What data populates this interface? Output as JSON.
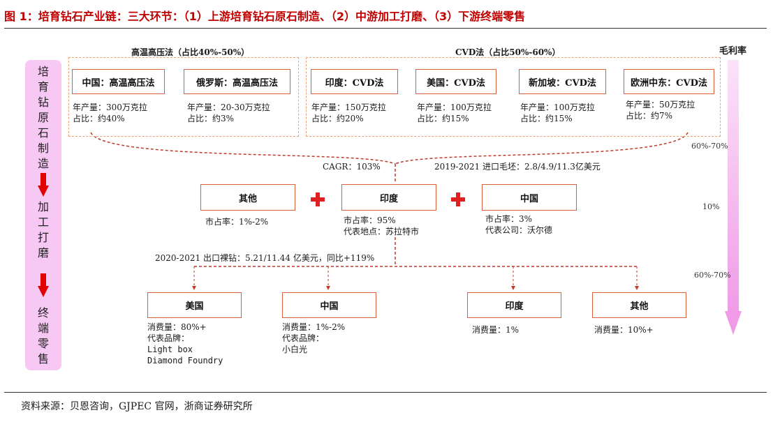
{
  "title": "图 1：培育钻石产业链：三大环节：（1）上游培育钻石原石制造、（2）中游加工打磨、（3）下游终端零售",
  "source": "资料来源：贝恩咨询，GJPEC 官网，浙商证券研究所",
  "left_column": {
    "stage1": [
      "培",
      "育",
      "钻",
      "原",
      "石",
      "制",
      "造"
    ],
    "stage2": [
      "加",
      "工",
      "打",
      "磨"
    ],
    "stage3": [
      "终",
      "端",
      "零",
      "售"
    ]
  },
  "margin": {
    "label": "毛利率",
    "upstream": "60%-70%",
    "midstream": "10%",
    "downstream": "60%-70%"
  },
  "hpht": {
    "group_label": "高温高压法（占比40%-50%）",
    "items": [
      {
        "name": "中国：高温高压法",
        "output": "年产量：300万克拉",
        "share": "占比：约40%"
      },
      {
        "name": "俄罗斯：高温高压法",
        "output": "年产量：20-30万克拉",
        "share": "占比：约3%"
      }
    ]
  },
  "cvd": {
    "group_label": "CVD法（占比50%-60%）",
    "items": [
      {
        "name": "印度：CVD法",
        "output": "年产量：150万克拉",
        "share": "占比：约20%"
      },
      {
        "name": "美国：CVD法",
        "output": "年产量：100万克拉",
        "share": "占比：约15%"
      },
      {
        "name": "新加坡：CVD法",
        "output": "年产量：100万克拉",
        "share": "占比：约15%"
      },
      {
        "name": "欧洲中东：CVD法",
        "output": "年产量：50万克拉",
        "share": "占比：约7%"
      }
    ]
  },
  "cagr": "CAGR：103%",
  "import_note": "2019-2021 进口毛坯：2.8/4.9/11.3亿美元",
  "processing": {
    "other": {
      "name": "其他",
      "line1": "市占率：1%-2%"
    },
    "india": {
      "name": "印度",
      "line1": "市占率：95%",
      "line2": "代表地点：苏拉特市"
    },
    "china": {
      "name": "中国",
      "line1": "市占率：3%",
      "line2": "代表公司：沃尔德"
    }
  },
  "export_note": "2020-2021 出口裸钻：5.21/11.44 亿美元，同比+119%",
  "retail": {
    "usa": {
      "name": "美国",
      "line1": "消费量：80%+",
      "line2": "代表品牌：",
      "line3": "Light box",
      "line4": "Diamond Foundry"
    },
    "china": {
      "name": "中国",
      "line1": "消费量：1%-2%",
      "line2": "代表品牌：",
      "line3": "小白光"
    },
    "india": {
      "name": "印度",
      "line1": "消费量：1%"
    },
    "other": {
      "name": "其他",
      "line1": "消费量：10%+"
    }
  }
}
